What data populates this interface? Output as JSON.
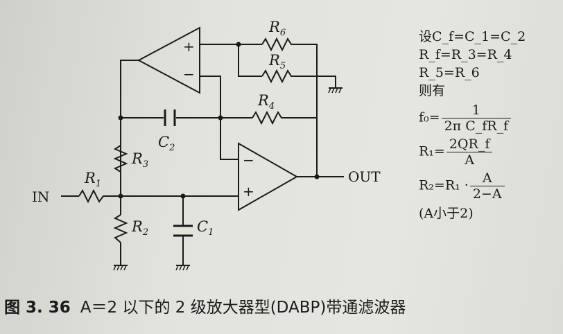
{
  "diagram": {
    "components": {
      "r1": {
        "label": "R",
        "sub": "1"
      },
      "r2": {
        "label": "R",
        "sub": "2"
      },
      "r3": {
        "label": "R",
        "sub": "3"
      },
      "r4": {
        "label": "R",
        "sub": "4"
      },
      "r5": {
        "label": "R",
        "sub": "5"
      },
      "r6": {
        "label": "R",
        "sub": "6"
      },
      "c1": {
        "label": "C",
        "sub": "1"
      },
      "c2": {
        "label": "C",
        "sub": "2"
      }
    },
    "opamp_top": {
      "plus": "+",
      "minus": "−"
    },
    "opamp_main": {
      "plus": "+",
      "minus": "−"
    },
    "terminals": {
      "input": "IN",
      "output": "OUT"
    }
  },
  "formulas": {
    "l1": "设C_f=C_1=C_2",
    "l2": "R_f=R_3=R_4",
    "l3": "R_5=R_6",
    "l4": "则有",
    "f0_lhs": "f₀=",
    "f0_num": "1",
    "f0_den": "2π C_fR_f",
    "r1_lhs": "R₁=",
    "r1_num": "2QR_f",
    "r1_den": "A",
    "r2_lhs": "R₂=R₁ ·",
    "r2_num": "A",
    "r2_den": "2−A",
    "note": "(A小于2)"
  },
  "caption": {
    "figure": "图 3. 36",
    "text": "A＝2 以下的 2 级放大器型(DABP)带通滤波器"
  }
}
